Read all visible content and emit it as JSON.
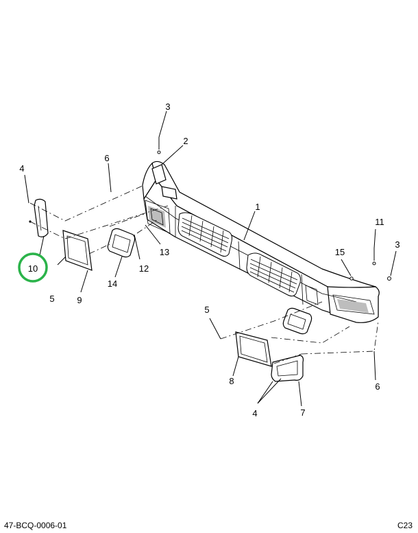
{
  "diagram": {
    "callouts": [
      {
        "id": "c1",
        "label": "1"
      },
      {
        "id": "c2",
        "label": "2"
      },
      {
        "id": "c3a",
        "label": "3"
      },
      {
        "id": "c3b",
        "label": "3"
      },
      {
        "id": "c4a",
        "label": "4"
      },
      {
        "id": "c4b",
        "label": "4"
      },
      {
        "id": "c5a",
        "label": "5"
      },
      {
        "id": "c5b",
        "label": "5"
      },
      {
        "id": "c6a",
        "label": "6"
      },
      {
        "id": "c6b",
        "label": "6"
      },
      {
        "id": "c7",
        "label": "7"
      },
      {
        "id": "c8",
        "label": "8"
      },
      {
        "id": "c9",
        "label": "9"
      },
      {
        "id": "c10",
        "label": "10"
      },
      {
        "id": "c11",
        "label": "11"
      },
      {
        "id": "c12",
        "label": "12"
      },
      {
        "id": "c13",
        "label": "13"
      },
      {
        "id": "c14",
        "label": "14"
      },
      {
        "id": "c15",
        "label": "15"
      }
    ],
    "highlight": {
      "callout": "10",
      "color": "#2bb34a"
    },
    "footer_left": "47-BCQ-0006-01",
    "footer_right": "C23"
  }
}
